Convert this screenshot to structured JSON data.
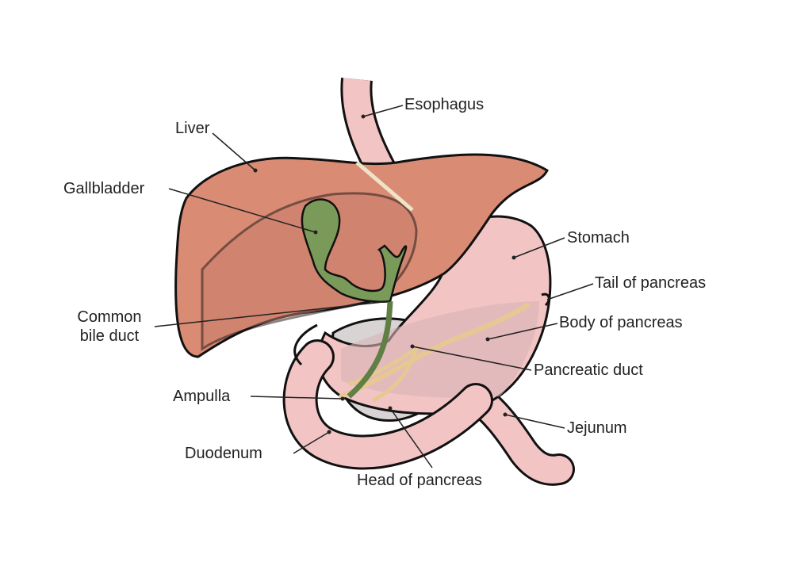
{
  "labels": {
    "esophagus": "Esophagus",
    "liver": "Liver",
    "gallbladder": "Gallbladder",
    "stomach": "Stomach",
    "tail_of_pancreas": "Tail of pancreas",
    "common_bile_duct_line1": "Common",
    "common_bile_duct_line2": "bile duct",
    "body_of_pancreas": "Body of pancreas",
    "pancreatic_duct": "Pancreatic duct",
    "ampulla": "Ampulla",
    "jejunum": "Jejunum",
    "duodenum": "Duodenum",
    "head_of_pancreas": "Head of pancreas"
  },
  "colors": {
    "liver": "#d98b74",
    "stomach": "#f2c4c4",
    "gallbladder": "#7a9a5a",
    "pancreas": "#d6c6c6",
    "pancreatic_duct": "#e6c892",
    "outline": "#111111"
  }
}
